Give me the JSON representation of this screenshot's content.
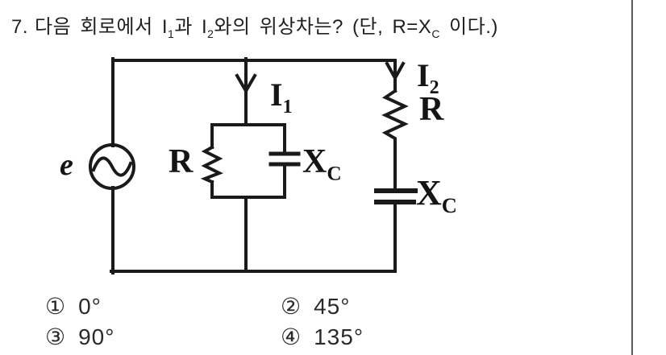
{
  "question": {
    "number": "7.",
    "part1": "다음 회로에서 I",
    "sub1": "1",
    "part2": "과 I",
    "sub2": "2",
    "part3": "와의 위상차는? (단, R=X",
    "subC": "C",
    "part4": " 이다.)"
  },
  "circuit": {
    "source_label": "e",
    "branch1_current": {
      "base": "I",
      "sub": "1"
    },
    "branch2_current": {
      "base": "I",
      "sub": "2"
    },
    "parallel_resistor_label": "R",
    "parallel_capacitor_label": {
      "base": "X",
      "sub": "C"
    },
    "series_resistor_label": "R",
    "series_capacitor_label": {
      "base": "X",
      "sub": "C"
    }
  },
  "options": [
    {
      "marker": "①",
      "label": "0°"
    },
    {
      "marker": "②",
      "label": "45°"
    },
    {
      "marker": "③",
      "label": "90°"
    },
    {
      "marker": "④",
      "label": "135°"
    }
  ],
  "colors": {
    "ink": "#1a1a1a",
    "background": "#ffffff",
    "scan_artifact": "#5a5a5a"
  }
}
